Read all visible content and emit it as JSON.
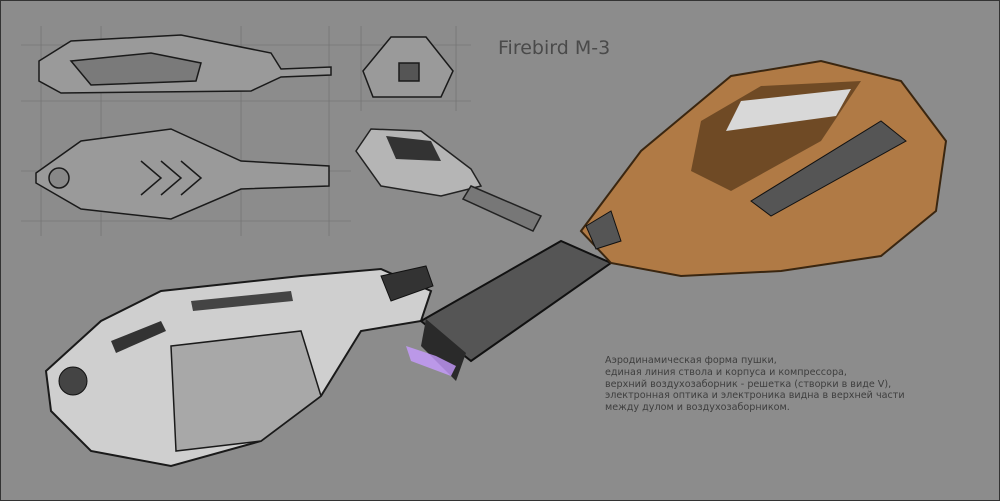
{
  "title": "Firebird M-3",
  "notes": [
    "Аэродинамическая форма пушки,",
    "единая линия ствола и корпуса и компрессора,",
    "верхний воздухозаборник - решетка (створки в виде V),",
    "электронная оптика и электроника видна в верхней части",
    "между дулом и воздухозаборником."
  ],
  "colors": {
    "background": "#8c8c8c",
    "body_bronze": "#b07a45",
    "glow": "#b070ff"
  }
}
